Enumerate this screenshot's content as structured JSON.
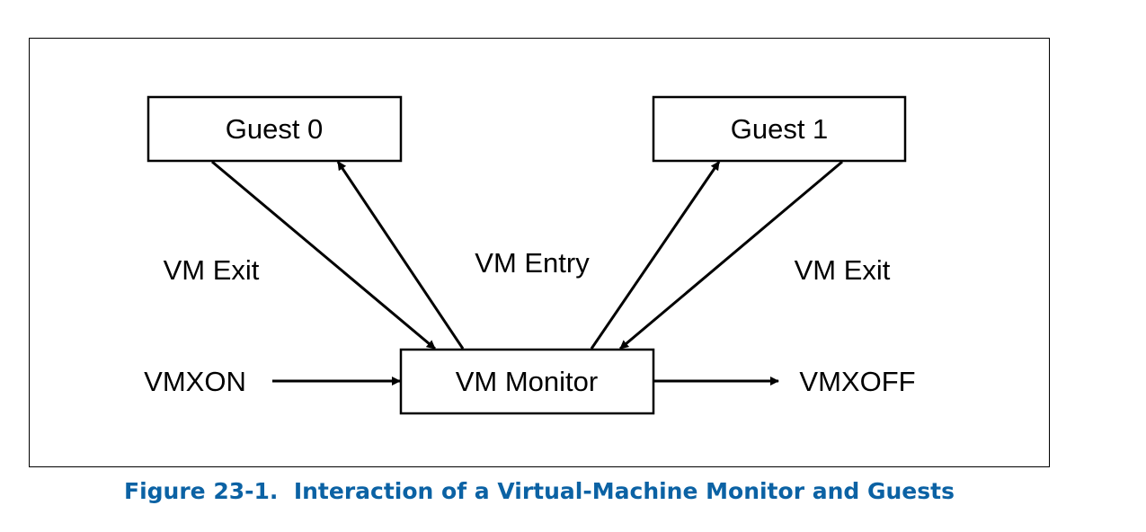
{
  "figure": {
    "number": "Figure 23-1.",
    "title": "Interaction of a Virtual-Machine Monitor and Guests",
    "caption_color": "#0b62a4"
  },
  "nodes": {
    "guest0": "Guest 0",
    "guest1": "Guest 1",
    "monitor": "VM Monitor"
  },
  "labels": {
    "vm_exit_left": "VM Exit",
    "vm_entry": "VM Entry",
    "vm_exit_right": "VM Exit",
    "vmxon": "VMXON",
    "vmxoff": "VMXOFF"
  },
  "edges": [
    {
      "from": "guest0",
      "to": "monitor",
      "meaning": "VM Exit"
    },
    {
      "from": "monitor",
      "to": "guest0",
      "meaning": "VM Entry"
    },
    {
      "from": "monitor",
      "to": "guest1",
      "meaning": "VM Entry"
    },
    {
      "from": "guest1",
      "to": "monitor",
      "meaning": "VM Exit"
    },
    {
      "from": "vmxon",
      "to": "monitor",
      "meaning": "VMXON"
    },
    {
      "from": "monitor",
      "to": "vmxoff",
      "meaning": "VMXOFF"
    }
  ]
}
